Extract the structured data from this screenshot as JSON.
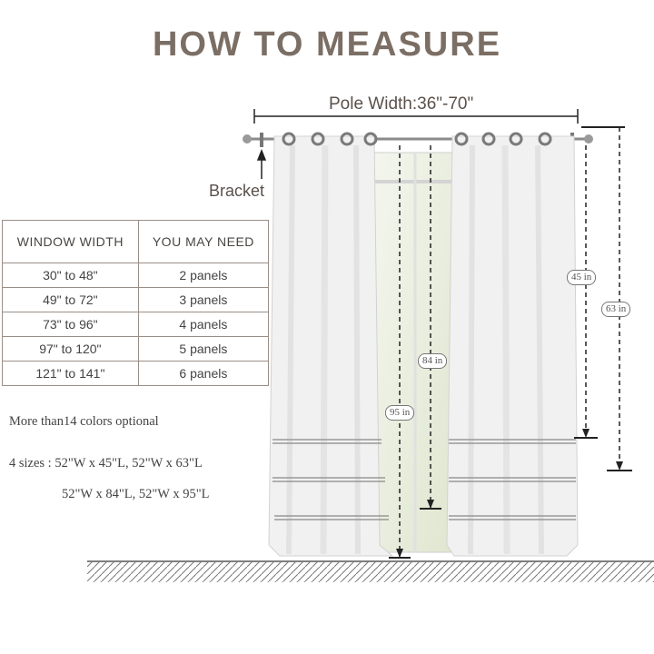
{
  "title": "HOW TO MEASURE",
  "pole_label": "Pole Width:36\"-70\"",
  "bracket_label": "Bracket",
  "lengths": {
    "l45": "45 in",
    "l63": "63 in",
    "l84": "84 in",
    "l95": "95 in"
  },
  "table": {
    "headers": [
      "WINDOW WIDTH",
      "YOU MAY NEED"
    ],
    "rows": [
      [
        "30\" to 48\"",
        "2 panels"
      ],
      [
        "49\" to 72\"",
        "3 panels"
      ],
      [
        "73\" to 96\"",
        "4 panels"
      ],
      [
        "97\" to 120\"",
        "5 panels"
      ],
      [
        "121\" to 141\"",
        "6 panels"
      ]
    ]
  },
  "colors_note": "More than14 colors optional",
  "sizes_line1": "4 sizes : 52\"W x 45\"L, 52\"W x 63\"L",
  "sizes_line2": "52\"W x 84\"L, 52\"W x 95\"L",
  "palette": {
    "title": "#7b6e64",
    "curtain": "#f1f1f1",
    "rod": "#8a8a8a",
    "line": "#222222"
  }
}
